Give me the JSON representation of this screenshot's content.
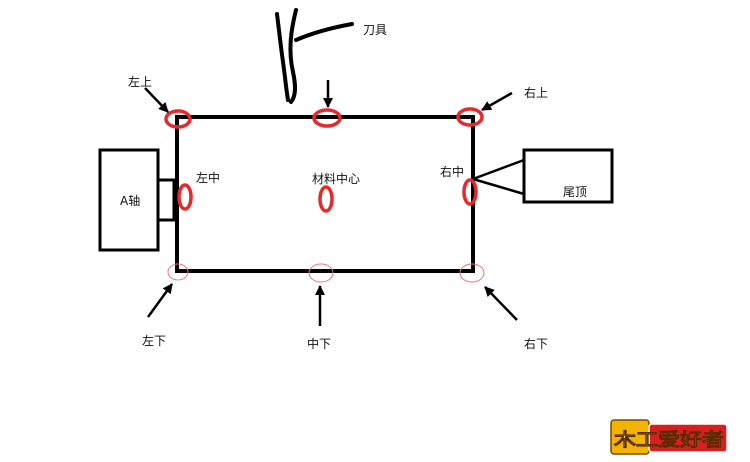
{
  "labels": {
    "tool": "刀具",
    "top_left": "左上",
    "top_right": "右上",
    "mid_left": "左中",
    "material_center": "材料中心",
    "mid_right": "右中",
    "a_axis": "A轴",
    "tailstock": "尾顶",
    "bottom_left": "左下",
    "bottom_mid": "中下",
    "bottom_right": "右下"
  },
  "logo": {
    "text": "木工爱好者"
  },
  "colors": {
    "outline": "#000000",
    "marker": "#e8282b",
    "marker_faint": "#e87a7a",
    "logo_yellow": "#f3b400",
    "logo_red": "#d81e1e"
  }
}
